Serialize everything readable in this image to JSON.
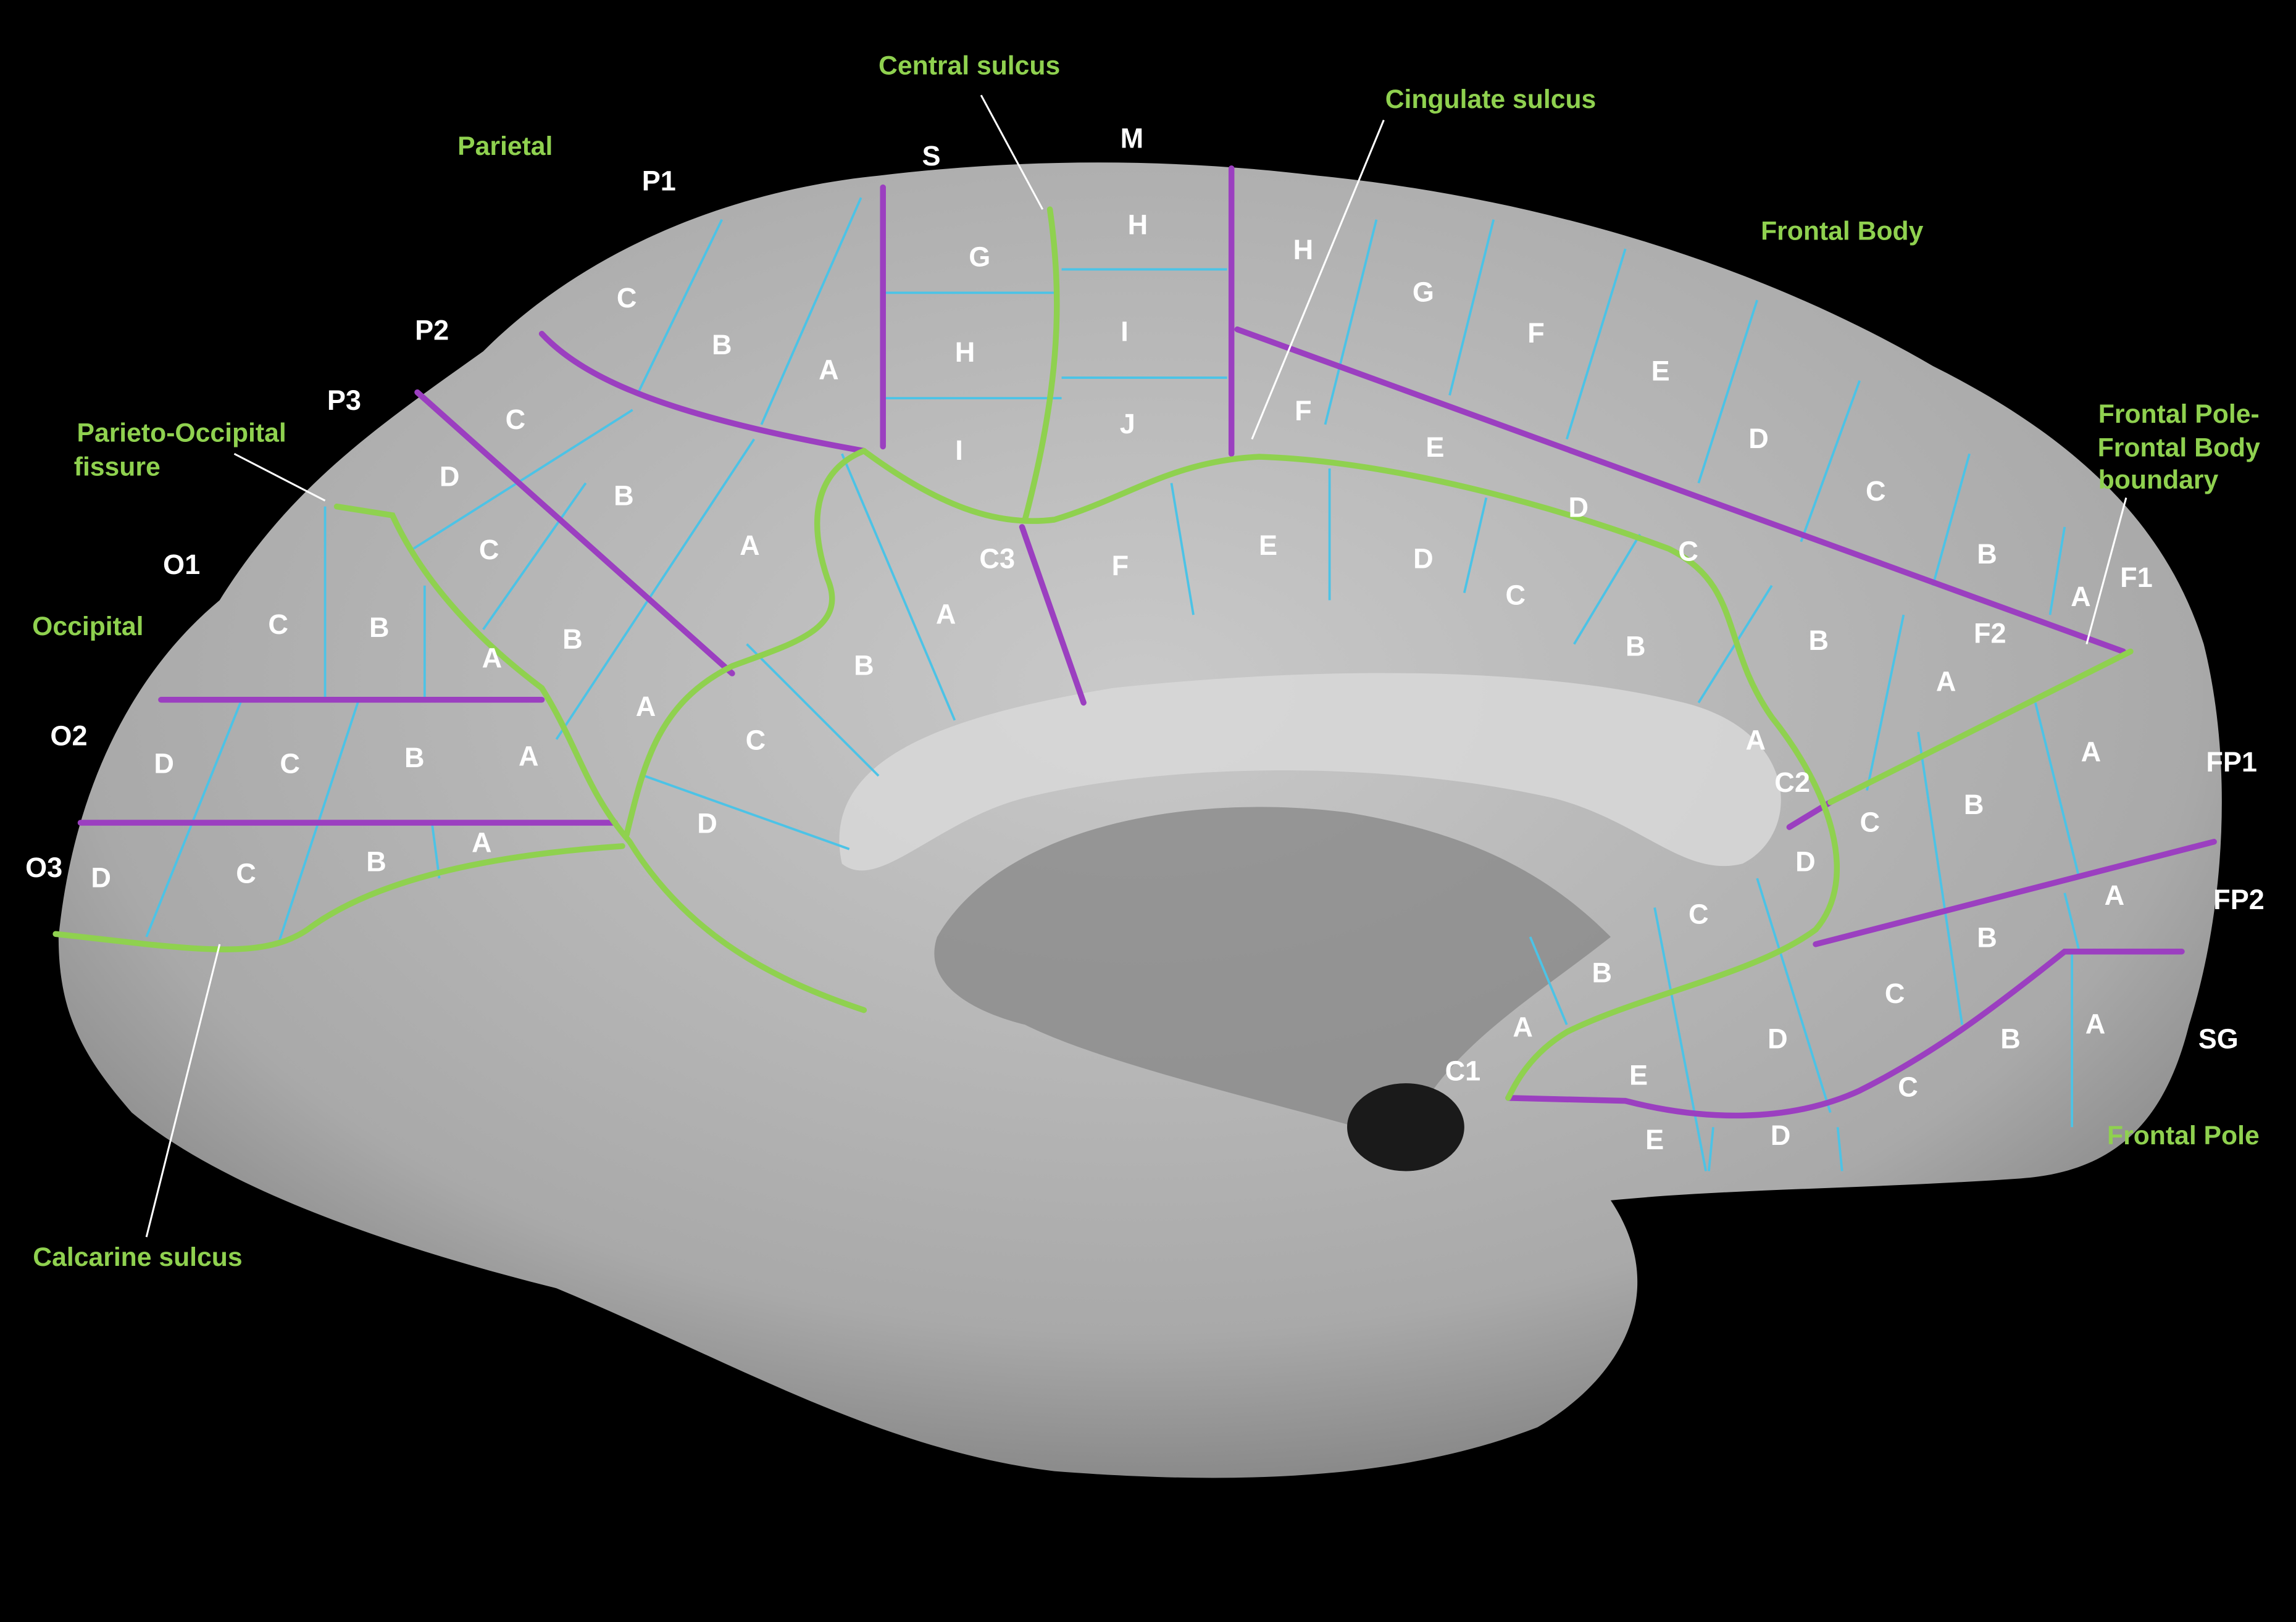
{
  "sulcus_labels": {
    "central_sulcus": "Central sulcus",
    "cingulate_sulcus": "Cingulate sulcus",
    "parieto_occipital_1": "Parieto-Occipital",
    "parieto_occipital_2": "fissure",
    "calcarine_sulcus": "Calcarine sulcus",
    "fp_boundary_1": "Frontal Pole-",
    "fp_boundary_2": "Frontal Body",
    "fp_boundary_3": "boundary"
  },
  "region_labels": {
    "parietal": "Parietal",
    "frontal_body": "Frontal Body",
    "occipital": "Occipital",
    "frontal_pole": "Frontal Pole"
  },
  "gyrus_labels": {
    "S": "S",
    "M": "M",
    "P1": "P1",
    "P2": "P2",
    "P3": "P3",
    "O1": "O1",
    "O2": "O2",
    "O3": "O3",
    "C1": "C1",
    "C2": "C2",
    "C3": "C3",
    "F1": "F1",
    "F2": "F2",
    "FP1": "FP1",
    "FP2": "FP2",
    "SG": "SG"
  },
  "segment_letters": [
    "C",
    "B",
    "A",
    "G",
    "H",
    "I",
    "H",
    "I",
    "J",
    "C",
    "D",
    "B",
    "C",
    "A",
    "B",
    "A",
    "A",
    "A",
    "A",
    "B",
    "C",
    "D",
    "C",
    "B",
    "D",
    "C",
    "B",
    "D",
    "C",
    "B",
    "A",
    "F",
    "E",
    "D",
    "C",
    "D",
    "C",
    "B",
    "A",
    "B",
    "H",
    "G",
    "F",
    "E",
    "D",
    "C",
    "B",
    "A",
    "F",
    "E",
    "A",
    "A",
    "B",
    "C",
    "D",
    "A",
    "B",
    "C",
    "D",
    "C",
    "B",
    "A",
    "E",
    "A",
    "B",
    "C",
    "D",
    "E"
  ],
  "colors": {
    "background": "#000000",
    "sulcus_line": "#8fd14f",
    "boundary_line": "#9b3fc0",
    "segment_line": "#4cc3e6"
  }
}
